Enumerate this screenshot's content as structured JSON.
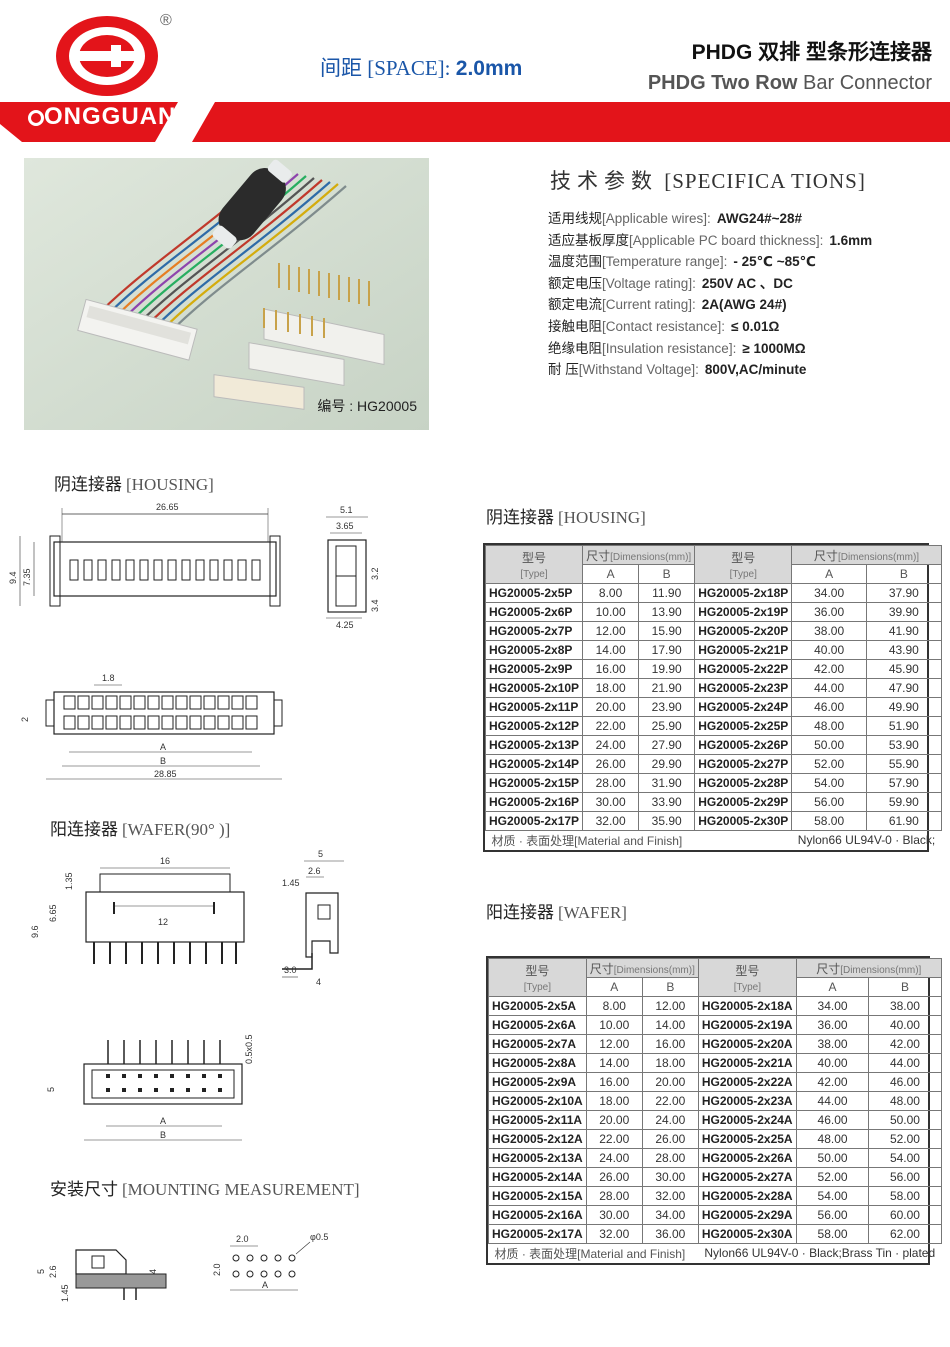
{
  "header": {
    "brand": "ONGGUANG",
    "registered": "®",
    "space_cn": "间距",
    "space_en": "[SPACE]:",
    "space_value": "2.0mm",
    "title_cn_prefix": "PHDG",
    "title_cn": "双排  型条形连接器",
    "title_en_bold": "PHDG Two Row",
    "title_en_rest": "Bar Connector",
    "colors": {
      "red": "#e3141a",
      "blue": "#1a56a8"
    }
  },
  "photo": {
    "caption": "编号 : HG20005"
  },
  "specs": {
    "title_cn": "技术参数",
    "title_en": "[SPECIFICA TIONS]",
    "rows": [
      {
        "cn": "适用线规",
        "en": "[Applicable wires]:",
        "value": "AWG24#~28#"
      },
      {
        "cn": "适应基板厚度",
        "en": "[Applicable PC board thickness]:",
        "value": "1.6mm"
      },
      {
        "cn": "温度范围",
        "en": "[Temperature range]:",
        "value": "- 25℃ ~85℃"
      },
      {
        "cn": "额定电压",
        "en": "[Voltage rating]:",
        "value": "250V  AC 、DC"
      },
      {
        "cn": "额定电流",
        "en": "[Current rating]:",
        "value": "2A(AWG 24#)"
      },
      {
        "cn": "接触电阻",
        "en": "[Contact resistance]:",
        "value": "≤ 0.01Ω"
      },
      {
        "cn": "绝缘电阻",
        "en": "[Insulation resistance]:",
        "value": "≥ 1000MΩ"
      },
      {
        "cn": "耐      压",
        "en": "[Withstand Voltage]:",
        "value": "800V,AC/minute"
      }
    ]
  },
  "sections": {
    "housing_left": {
      "cn": "阴连接器",
      "en": "[HOUSING]"
    },
    "wafer_left": {
      "cn": "阳连接器",
      "en": "[WAFER(90° )]"
    },
    "mounting": {
      "cn": "安装尺寸",
      "en": "[MOUNTING MEASUREMENT]"
    },
    "housing_right": {
      "cn": "阴连接器",
      "en": "[HOUSING]"
    },
    "wafer_right": {
      "cn": "阳连接器",
      "en": "[WAFER]"
    }
  },
  "drawing_labels": {
    "housing_front": {
      "width": "26.65",
      "h1": "9.4",
      "h2": "7.35"
    },
    "housing_side": {
      "w1": "5.1",
      "w2": "3.65",
      "h1": "3.2",
      "h2": "3.4",
      "w3": "4.25"
    },
    "housing_top": {
      "pitch": "1.8",
      "h": "2",
      "a": "A",
      "b": "B",
      "total": "28.85"
    },
    "wafer_front": {
      "width": "16",
      "inner": "12",
      "h1": "1.35",
      "h2": "6.65",
      "h3": "9.6"
    },
    "wafer_side": {
      "w1": "5",
      "w2": "2.6",
      "h": "1.45",
      "w3": "3.0",
      "w4": "4"
    },
    "wafer_top": {
      "pin": "0.5x0.5",
      "h": "5",
      "a": "A",
      "b": "B"
    },
    "mount_side": {
      "h1": "5",
      "h2": "2.6",
      "h3": "1.45",
      "h4": "4"
    },
    "mount_top": {
      "pitch": "2.0",
      "hole": "φ0.5",
      "h": "2.0",
      "a": "A"
    }
  },
  "housing_table": {
    "header_type_cn": "型号",
    "header_type_en": "[Type]",
    "header_dim_cn": "尺寸",
    "header_dim_en": "[Dimensions(mm)]",
    "col_a": "A",
    "col_b": "B",
    "rows": [
      [
        "HG20005-2x5P",
        "8.00",
        "11.90",
        "HG20005-2x18P",
        "34.00",
        "37.90"
      ],
      [
        "HG20005-2x6P",
        "10.00",
        "13.90",
        "HG20005-2x19P",
        "36.00",
        "39.90"
      ],
      [
        "HG20005-2x7P",
        "12.00",
        "15.90",
        "HG20005-2x20P",
        "38.00",
        "41.90"
      ],
      [
        "HG20005-2x8P",
        "14.00",
        "17.90",
        "HG20005-2x21P",
        "40.00",
        "43.90"
      ],
      [
        "HG20005-2x9P",
        "16.00",
        "19.90",
        "HG20005-2x22P",
        "42.00",
        "45.90"
      ],
      [
        "HG20005-2x10P",
        "18.00",
        "21.90",
        "HG20005-2x23P",
        "44.00",
        "47.90"
      ],
      [
        "HG20005-2x11P",
        "20.00",
        "23.90",
        "HG20005-2x24P",
        "46.00",
        "49.90"
      ],
      [
        "HG20005-2x12P",
        "22.00",
        "25.90",
        "HG20005-2x25P",
        "48.00",
        "51.90"
      ],
      [
        "HG20005-2x13P",
        "24.00",
        "27.90",
        "HG20005-2x26P",
        "50.00",
        "53.90"
      ],
      [
        "HG20005-2x14P",
        "26.00",
        "29.90",
        "HG20005-2x27P",
        "52.00",
        "55.90"
      ],
      [
        "HG20005-2x15P",
        "28.00",
        "31.90",
        "HG20005-2x28P",
        "54.00",
        "57.90"
      ],
      [
        "HG20005-2x16P",
        "30.00",
        "33.90",
        "HG20005-2x29P",
        "56.00",
        "59.90"
      ],
      [
        "HG20005-2x17P",
        "32.00",
        "35.90",
        "HG20005-2x30P",
        "58.00",
        "61.90"
      ]
    ],
    "footer_cn": "材质 · 表面处理",
    "footer_en": "[Material and Finish]",
    "footer_value": "Nylon66 UL94V-0 · Black;"
  },
  "wafer_table": {
    "header_type_cn": "型号",
    "header_type_en": "[Type]",
    "header_dim_cn": "尺寸",
    "header_dim_en": "[Dimensions(mm)]",
    "col_a": "A",
    "col_b": "B",
    "rows": [
      [
        "HG20005-2x5A",
        "8.00",
        "12.00",
        "HG20005-2x18A",
        "34.00",
        "38.00"
      ],
      [
        "HG20005-2x6A",
        "10.00",
        "14.00",
        "HG20005-2x19A",
        "36.00",
        "40.00"
      ],
      [
        "HG20005-2x7A",
        "12.00",
        "16.00",
        "HG20005-2x20A",
        "38.00",
        "42.00"
      ],
      [
        "HG20005-2x8A",
        "14.00",
        "18.00",
        "HG20005-2x21A",
        "40.00",
        "44.00"
      ],
      [
        "HG20005-2x9A",
        "16.00",
        "20.00",
        "HG20005-2x22A",
        "42.00",
        "46.00"
      ],
      [
        "HG20005-2x10A",
        "18.00",
        "22.00",
        "HG20005-2x23A",
        "44.00",
        "48.00"
      ],
      [
        "HG20005-2x11A",
        "20.00",
        "24.00",
        "HG20005-2x24A",
        "46.00",
        "50.00"
      ],
      [
        "HG20005-2x12A",
        "22.00",
        "26.00",
        "HG20005-2x25A",
        "48.00",
        "52.00"
      ],
      [
        "HG20005-2x13A",
        "24.00",
        "28.00",
        "HG20005-2x26A",
        "50.00",
        "54.00"
      ],
      [
        "HG20005-2x14A",
        "26.00",
        "30.00",
        "HG20005-2x27A",
        "52.00",
        "56.00"
      ],
      [
        "HG20005-2x15A",
        "28.00",
        "32.00",
        "HG20005-2x28A",
        "54.00",
        "58.00"
      ],
      [
        "HG20005-2x16A",
        "30.00",
        "34.00",
        "HG20005-2x29A",
        "56.00",
        "60.00"
      ],
      [
        "HG20005-2x17A",
        "32.00",
        "36.00",
        "HG20005-2x30A",
        "58.00",
        "62.00"
      ]
    ],
    "footer_cn": "材质 · 表面处理",
    "footer_en": "[Material and Finish]",
    "footer_value": "Nylon66  UL94V-0 · Black;Brass Tin · plated"
  }
}
